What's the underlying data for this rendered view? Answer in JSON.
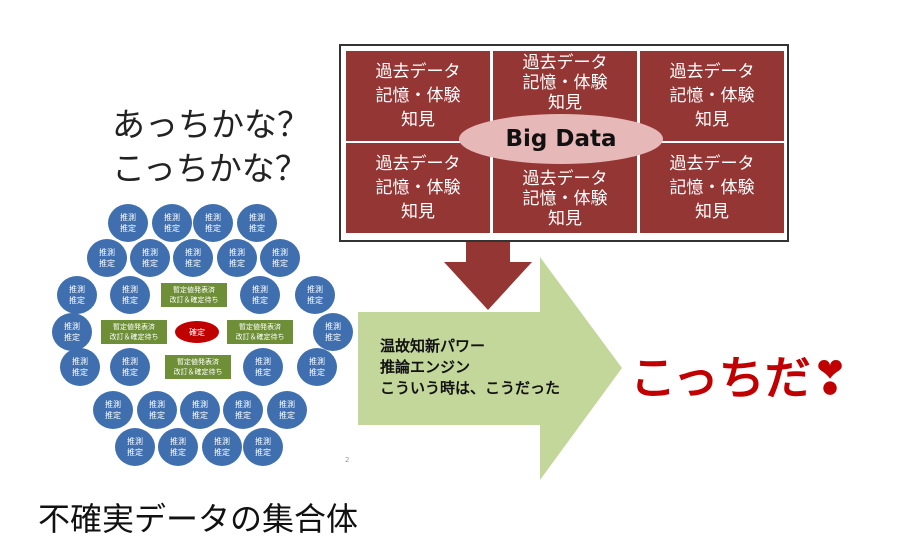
{
  "question": {
    "line1": "あっちかな？",
    "line2": "こっちかな？"
  },
  "cluster": {
    "circle_label_1": "推測",
    "circle_label_2": "推定",
    "pending_label_1": "暫定値発表済",
    "pending_label_2": "改訂＆確定待ち",
    "confirmed_label": "確定"
  },
  "big_data": {
    "title": "Big Data",
    "cells": [
      {
        "l1": "過去データ",
        "l2": "記憶・体験",
        "l3": "知見"
      },
      {
        "l1": "過去データ",
        "l2": "記憶・体験",
        "l3": "知見"
      },
      {
        "l1": "過去データ",
        "l2": "記憶・体験",
        "l3": "知見"
      },
      {
        "l1": "過去データ",
        "l2": "記憶・体験",
        "l3": "知見"
      },
      {
        "l1": "過去データ",
        "l2": "記憶・体験",
        "l3": "知見"
      },
      {
        "l1": "過去データ",
        "l2": "記憶・体験",
        "l3": "知見"
      }
    ]
  },
  "engine": {
    "line1": "温故知新パワー",
    "line2": "推論エンジン",
    "line3": "こういう時は、こうだった"
  },
  "answer": "こっちだ❣",
  "footer": "不確実データの集合体",
  "page_number": "2",
  "colors": {
    "circle": "#3f6fae",
    "pending": "#6e8f37",
    "confirmed": "#c00000",
    "big_data_cell": "#943634",
    "big_data_oval": "#e6b8b7",
    "green_arrow": "#c4d79b",
    "answer": "#c00000"
  }
}
